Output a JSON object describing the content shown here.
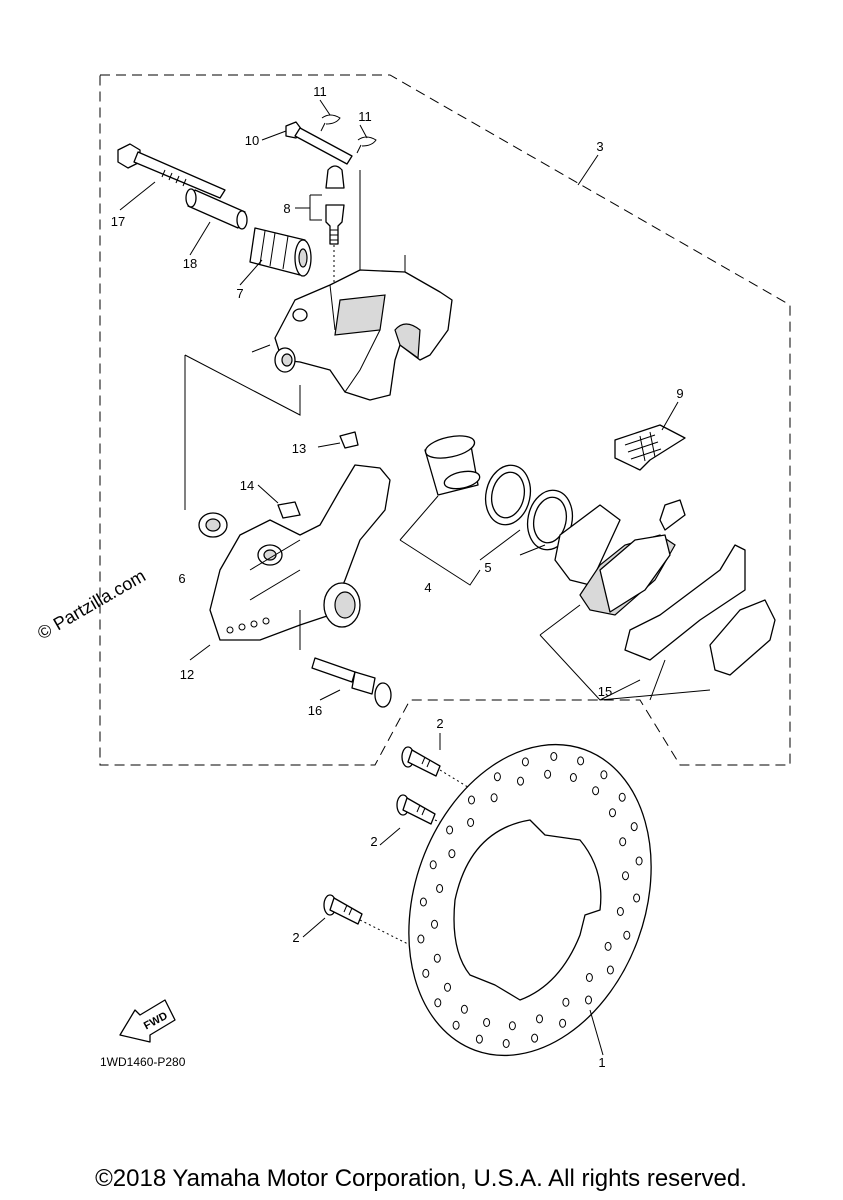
{
  "watermark": "© Partzilla.com",
  "diagram_code": "1WD1460-P280",
  "fwd_label": "FWD",
  "copyright": "©2018 Yamaha Motor Corporation, U.S.A. All rights reserved.",
  "callouts": {
    "c1": "1",
    "c2a": "2",
    "c2b": "2",
    "c2c": "2",
    "c3": "3",
    "c4": "4",
    "c5": "5",
    "c6": "6",
    "c7": "7",
    "c8": "8",
    "c9": "9",
    "c10": "10",
    "c11a": "11",
    "c11b": "11",
    "c12": "12",
    "c13": "13",
    "c14": "14",
    "c15": "15",
    "c16": "16",
    "c17": "17",
    "c18": "18"
  }
}
